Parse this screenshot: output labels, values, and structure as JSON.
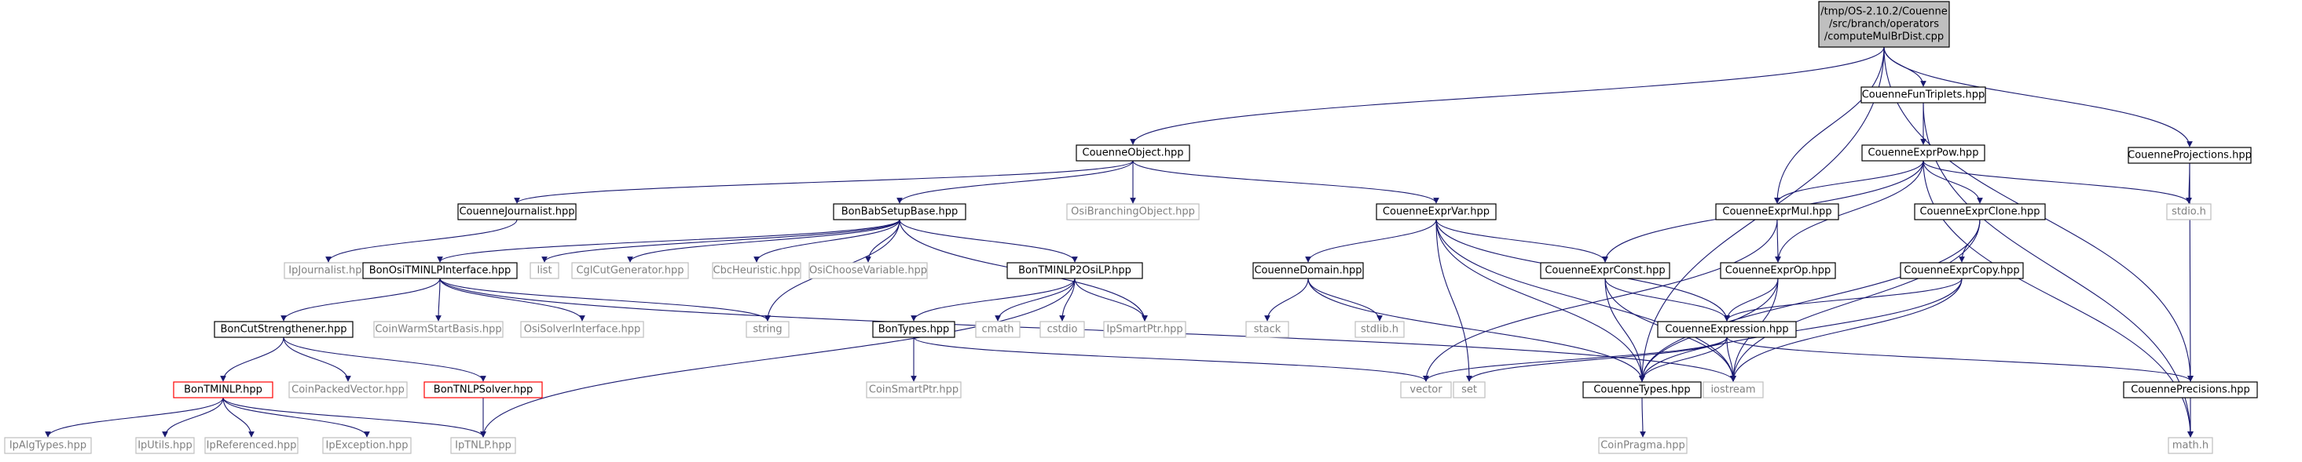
{
  "colors": {
    "edge": "#191970",
    "focus_fill": "#bfbfbf",
    "header_stroke": "#000000",
    "external_stroke": "#bfbfbf",
    "external_text": "#808080",
    "error_stroke": "#ff0000",
    "text": "#000000"
  },
  "nodes": [
    {
      "id": "root",
      "lines": [
        "/tmp/OS-2.10.2/Couenne",
        "/src/branch/operators",
        "/computeMulBrDist.cpp"
      ],
      "kind": "focus"
    },
    {
      "id": "CouenneObject",
      "lines": [
        "CouenneObject.hpp"
      ],
      "kind": "header"
    },
    {
      "id": "CouenneFunTriplets",
      "lines": [
        "CouenneFunTriplets.hpp"
      ],
      "kind": "header"
    },
    {
      "id": "CouenneProjections",
      "lines": [
        "CouenneProjections.hpp"
      ],
      "kind": "header"
    },
    {
      "id": "CouenneJournalist",
      "lines": [
        "CouenneJournalist.hpp"
      ],
      "kind": "header"
    },
    {
      "id": "BonBabSetupBase",
      "lines": [
        "BonBabSetupBase.hpp"
      ],
      "kind": "header"
    },
    {
      "id": "OsiBranchingObject",
      "lines": [
        "OsiBranchingObject.hpp"
      ],
      "kind": "external"
    },
    {
      "id": "CouenneExprVar",
      "lines": [
        "CouenneExprVar.hpp"
      ],
      "kind": "header"
    },
    {
      "id": "CouenneExprPow",
      "lines": [
        "CouenneExprPow.hpp"
      ],
      "kind": "header"
    },
    {
      "id": "CouenneExprMul",
      "lines": [
        "CouenneExprMul.hpp"
      ],
      "kind": "header"
    },
    {
      "id": "CouenneExprClone",
      "lines": [
        "CouenneExprClone.hpp"
      ],
      "kind": "header"
    },
    {
      "id": "stdio",
      "lines": [
        "stdio.h"
      ],
      "kind": "external"
    },
    {
      "id": "IpJournalist",
      "lines": [
        "IpJournalist.hpp"
      ],
      "kind": "external"
    },
    {
      "id": "BonOsiTMINLPInterface",
      "lines": [
        "BonOsiTMINLPInterface.hpp"
      ],
      "kind": "header"
    },
    {
      "id": "list",
      "lines": [
        "list"
      ],
      "kind": "external"
    },
    {
      "id": "CglCutGenerator",
      "lines": [
        "CglCutGenerator.hpp"
      ],
      "kind": "external"
    },
    {
      "id": "CbcHeuristic",
      "lines": [
        "CbcHeuristic.hpp"
      ],
      "kind": "external"
    },
    {
      "id": "OsiChooseVariable",
      "lines": [
        "OsiChooseVariable.hpp"
      ],
      "kind": "external"
    },
    {
      "id": "BonTMINLP2OsiLP",
      "lines": [
        "BonTMINLP2OsiLP.hpp"
      ],
      "kind": "header"
    },
    {
      "id": "CouenneDomain",
      "lines": [
        "CouenneDomain.hpp"
      ],
      "kind": "header"
    },
    {
      "id": "CouenneExprConst",
      "lines": [
        "CouenneExprConst.hpp"
      ],
      "kind": "header"
    },
    {
      "id": "CouenneExprOp",
      "lines": [
        "CouenneExprOp.hpp"
      ],
      "kind": "header"
    },
    {
      "id": "CouenneExprCopy",
      "lines": [
        "CouenneExprCopy.hpp"
      ],
      "kind": "header"
    },
    {
      "id": "BonCutStrengthener",
      "lines": [
        "BonCutStrengthener.hpp"
      ],
      "kind": "header"
    },
    {
      "id": "CoinWarmStartBasis",
      "lines": [
        "CoinWarmStartBasis.hpp"
      ],
      "kind": "external"
    },
    {
      "id": "OsiSolverInterface",
      "lines": [
        "OsiSolverInterface.hpp"
      ],
      "kind": "external"
    },
    {
      "id": "string",
      "lines": [
        "string"
      ],
      "kind": "external"
    },
    {
      "id": "BonTypes",
      "lines": [
        "BonTypes.hpp"
      ],
      "kind": "header"
    },
    {
      "id": "cmath",
      "lines": [
        "cmath"
      ],
      "kind": "external"
    },
    {
      "id": "cstdio",
      "lines": [
        "cstdio"
      ],
      "kind": "external"
    },
    {
      "id": "IpSmartPtr",
      "lines": [
        "IpSmartPtr.hpp"
      ],
      "kind": "external"
    },
    {
      "id": "stack",
      "lines": [
        "stack"
      ],
      "kind": "external"
    },
    {
      "id": "stdlib",
      "lines": [
        "stdlib.h"
      ],
      "kind": "external"
    },
    {
      "id": "CouenneExpression",
      "lines": [
        "CouenneExpression.hpp"
      ],
      "kind": "header"
    },
    {
      "id": "BonTMINLP",
      "lines": [
        "BonTMINLP.hpp"
      ],
      "kind": "error"
    },
    {
      "id": "CoinPackedVector",
      "lines": [
        "CoinPackedVector.hpp"
      ],
      "kind": "external"
    },
    {
      "id": "BonTNLPSolver",
      "lines": [
        "BonTNLPSolver.hpp"
      ],
      "kind": "error"
    },
    {
      "id": "CoinSmartPtr",
      "lines": [
        "CoinSmartPtr.hpp"
      ],
      "kind": "external"
    },
    {
      "id": "vector",
      "lines": [
        "vector"
      ],
      "kind": "external"
    },
    {
      "id": "set",
      "lines": [
        "set"
      ],
      "kind": "external"
    },
    {
      "id": "CouenneTypes",
      "lines": [
        "CouenneTypes.hpp"
      ],
      "kind": "header"
    },
    {
      "id": "iostream",
      "lines": [
        "iostream"
      ],
      "kind": "external"
    },
    {
      "id": "CouennePrecisions",
      "lines": [
        "CouennePrecisions.hpp"
      ],
      "kind": "header"
    },
    {
      "id": "math",
      "lines": [
        "math.h"
      ],
      "kind": "external"
    },
    {
      "id": "IpAlgTypes",
      "lines": [
        "IpAlgTypes.hpp"
      ],
      "kind": "external"
    },
    {
      "id": "IpUtils",
      "lines": [
        "IpUtils.hpp"
      ],
      "kind": "external"
    },
    {
      "id": "IpReferenced",
      "lines": [
        "IpReferenced.hpp"
      ],
      "kind": "external"
    },
    {
      "id": "IpException",
      "lines": [
        "IpException.hpp"
      ],
      "kind": "external"
    },
    {
      "id": "IpTNLP",
      "lines": [
        "IpTNLP.hpp"
      ],
      "kind": "external"
    },
    {
      "id": "CoinPragma",
      "lines": [
        "CoinPragma.hpp"
      ],
      "kind": "external"
    }
  ],
  "edges": [
    [
      "root",
      "CouenneObject"
    ],
    [
      "root",
      "CouenneFunTriplets"
    ],
    [
      "root",
      "CouenneProjections"
    ],
    [
      "root",
      "CouenneExprMul"
    ],
    [
      "root",
      "CouenneTypes"
    ],
    [
      "root",
      "CouennePrecisions"
    ],
    [
      "CouenneObject",
      "CouenneJournalist"
    ],
    [
      "CouenneObject",
      "BonBabSetupBase"
    ],
    [
      "CouenneObject",
      "OsiBranchingObject"
    ],
    [
      "CouenneObject",
      "CouenneExprVar"
    ],
    [
      "CouenneFunTriplets",
      "CouenneExprPow"
    ],
    [
      "CouenneFunTriplets",
      "math"
    ],
    [
      "CouenneProjections",
      "stdio"
    ],
    [
      "CouenneProjections",
      "CouennePrecisions"
    ],
    [
      "CouenneJournalist",
      "IpJournalist"
    ],
    [
      "BonBabSetupBase",
      "BonOsiTMINLPInterface"
    ],
    [
      "BonBabSetupBase",
      "list"
    ],
    [
      "BonBabSetupBase",
      "CglCutGenerator"
    ],
    [
      "BonBabSetupBase",
      "CbcHeuristic"
    ],
    [
      "BonBabSetupBase",
      "OsiChooseVariable"
    ],
    [
      "BonBabSetupBase",
      "BonTMINLP2OsiLP"
    ],
    [
      "BonBabSetupBase",
      "string"
    ],
    [
      "BonBabSetupBase",
      "IpSmartPtr"
    ],
    [
      "CouenneExprVar",
      "CouenneDomain"
    ],
    [
      "CouenneExprVar",
      "CouenneExprConst"
    ],
    [
      "CouenneExprVar",
      "CouenneExpression"
    ],
    [
      "CouenneExprVar",
      "CouenneTypes"
    ],
    [
      "CouenneExprVar",
      "set"
    ],
    [
      "CouenneExprVar",
      "iostream"
    ],
    [
      "CouenneExprPow",
      "CouenneExprMul"
    ],
    [
      "CouenneExprPow",
      "CouenneExprClone"
    ],
    [
      "CouenneExprPow",
      "CouenneExprConst"
    ],
    [
      "CouenneExprPow",
      "CouenneExprOp"
    ],
    [
      "CouenneExprPow",
      "stdio"
    ],
    [
      "CouenneExprPow",
      "math"
    ],
    [
      "CouenneExprMul",
      "CouenneExprOp"
    ],
    [
      "CouenneExprMul",
      "vector"
    ],
    [
      "CouenneExprClone",
      "CouenneExprCopy"
    ],
    [
      "CouenneExprClone",
      "CouenneTypes"
    ],
    [
      "CouenneExprClone",
      "iostream"
    ],
    [
      "BonOsiTMINLPInterface",
      "BonCutStrengthener"
    ],
    [
      "BonOsiTMINLPInterface",
      "CoinWarmStartBasis"
    ],
    [
      "BonOsiTMINLPInterface",
      "OsiSolverInterface"
    ],
    [
      "BonOsiTMINLPInterface",
      "string"
    ],
    [
      "BonOsiTMINLPInterface",
      "iostream"
    ],
    [
      "BonTMINLP2OsiLP",
      "BonTypes"
    ],
    [
      "BonTMINLP2OsiLP",
      "cmath"
    ],
    [
      "BonTMINLP2OsiLP",
      "cstdio"
    ],
    [
      "BonTMINLP2OsiLP",
      "IpSmartPtr"
    ],
    [
      "BonTMINLP2OsiLP",
      "IpTNLP"
    ],
    [
      "CouenneDomain",
      "stack"
    ],
    [
      "CouenneDomain",
      "stdlib"
    ],
    [
      "CouenneDomain",
      "CouenneTypes"
    ],
    [
      "CouenneExprConst",
      "CouenneExpression"
    ],
    [
      "CouenneExprConst",
      "CouenneTypes"
    ],
    [
      "CouenneExprConst",
      "iostream"
    ],
    [
      "CouenneExprOp",
      "CouenneExpression"
    ],
    [
      "CouenneExprOp",
      "CouenneTypes"
    ],
    [
      "CouenneExprOp",
      "iostream"
    ],
    [
      "CouenneExprCopy",
      "CouenneExpression"
    ],
    [
      "CouenneExprCopy",
      "CouenneTypes"
    ],
    [
      "CouenneExprCopy",
      "iostream"
    ],
    [
      "BonCutStrengthener",
      "BonTMINLP"
    ],
    [
      "BonCutStrengthener",
      "CoinPackedVector"
    ],
    [
      "BonCutStrengthener",
      "BonTNLPSolver"
    ],
    [
      "BonTypes",
      "CoinSmartPtr"
    ],
    [
      "BonTypes",
      "vector"
    ],
    [
      "CouenneExpression",
      "vector"
    ],
    [
      "CouenneExpression",
      "set"
    ],
    [
      "CouenneExpression",
      "CouenneTypes"
    ],
    [
      "CouenneExpression",
      "iostream"
    ],
    [
      "CouenneExpression",
      "CouennePrecisions"
    ],
    [
      "BonTMINLP",
      "IpAlgTypes"
    ],
    [
      "BonTMINLP",
      "IpUtils"
    ],
    [
      "BonTMINLP",
      "IpReferenced"
    ],
    [
      "BonTMINLP",
      "IpException"
    ],
    [
      "BonTMINLP",
      "IpTNLP"
    ],
    [
      "BonTNLPSolver",
      "IpTNLP"
    ],
    [
      "CouenneTypes",
      "CoinPragma"
    ],
    [
      "CouennePrecisions",
      "math"
    ]
  ]
}
